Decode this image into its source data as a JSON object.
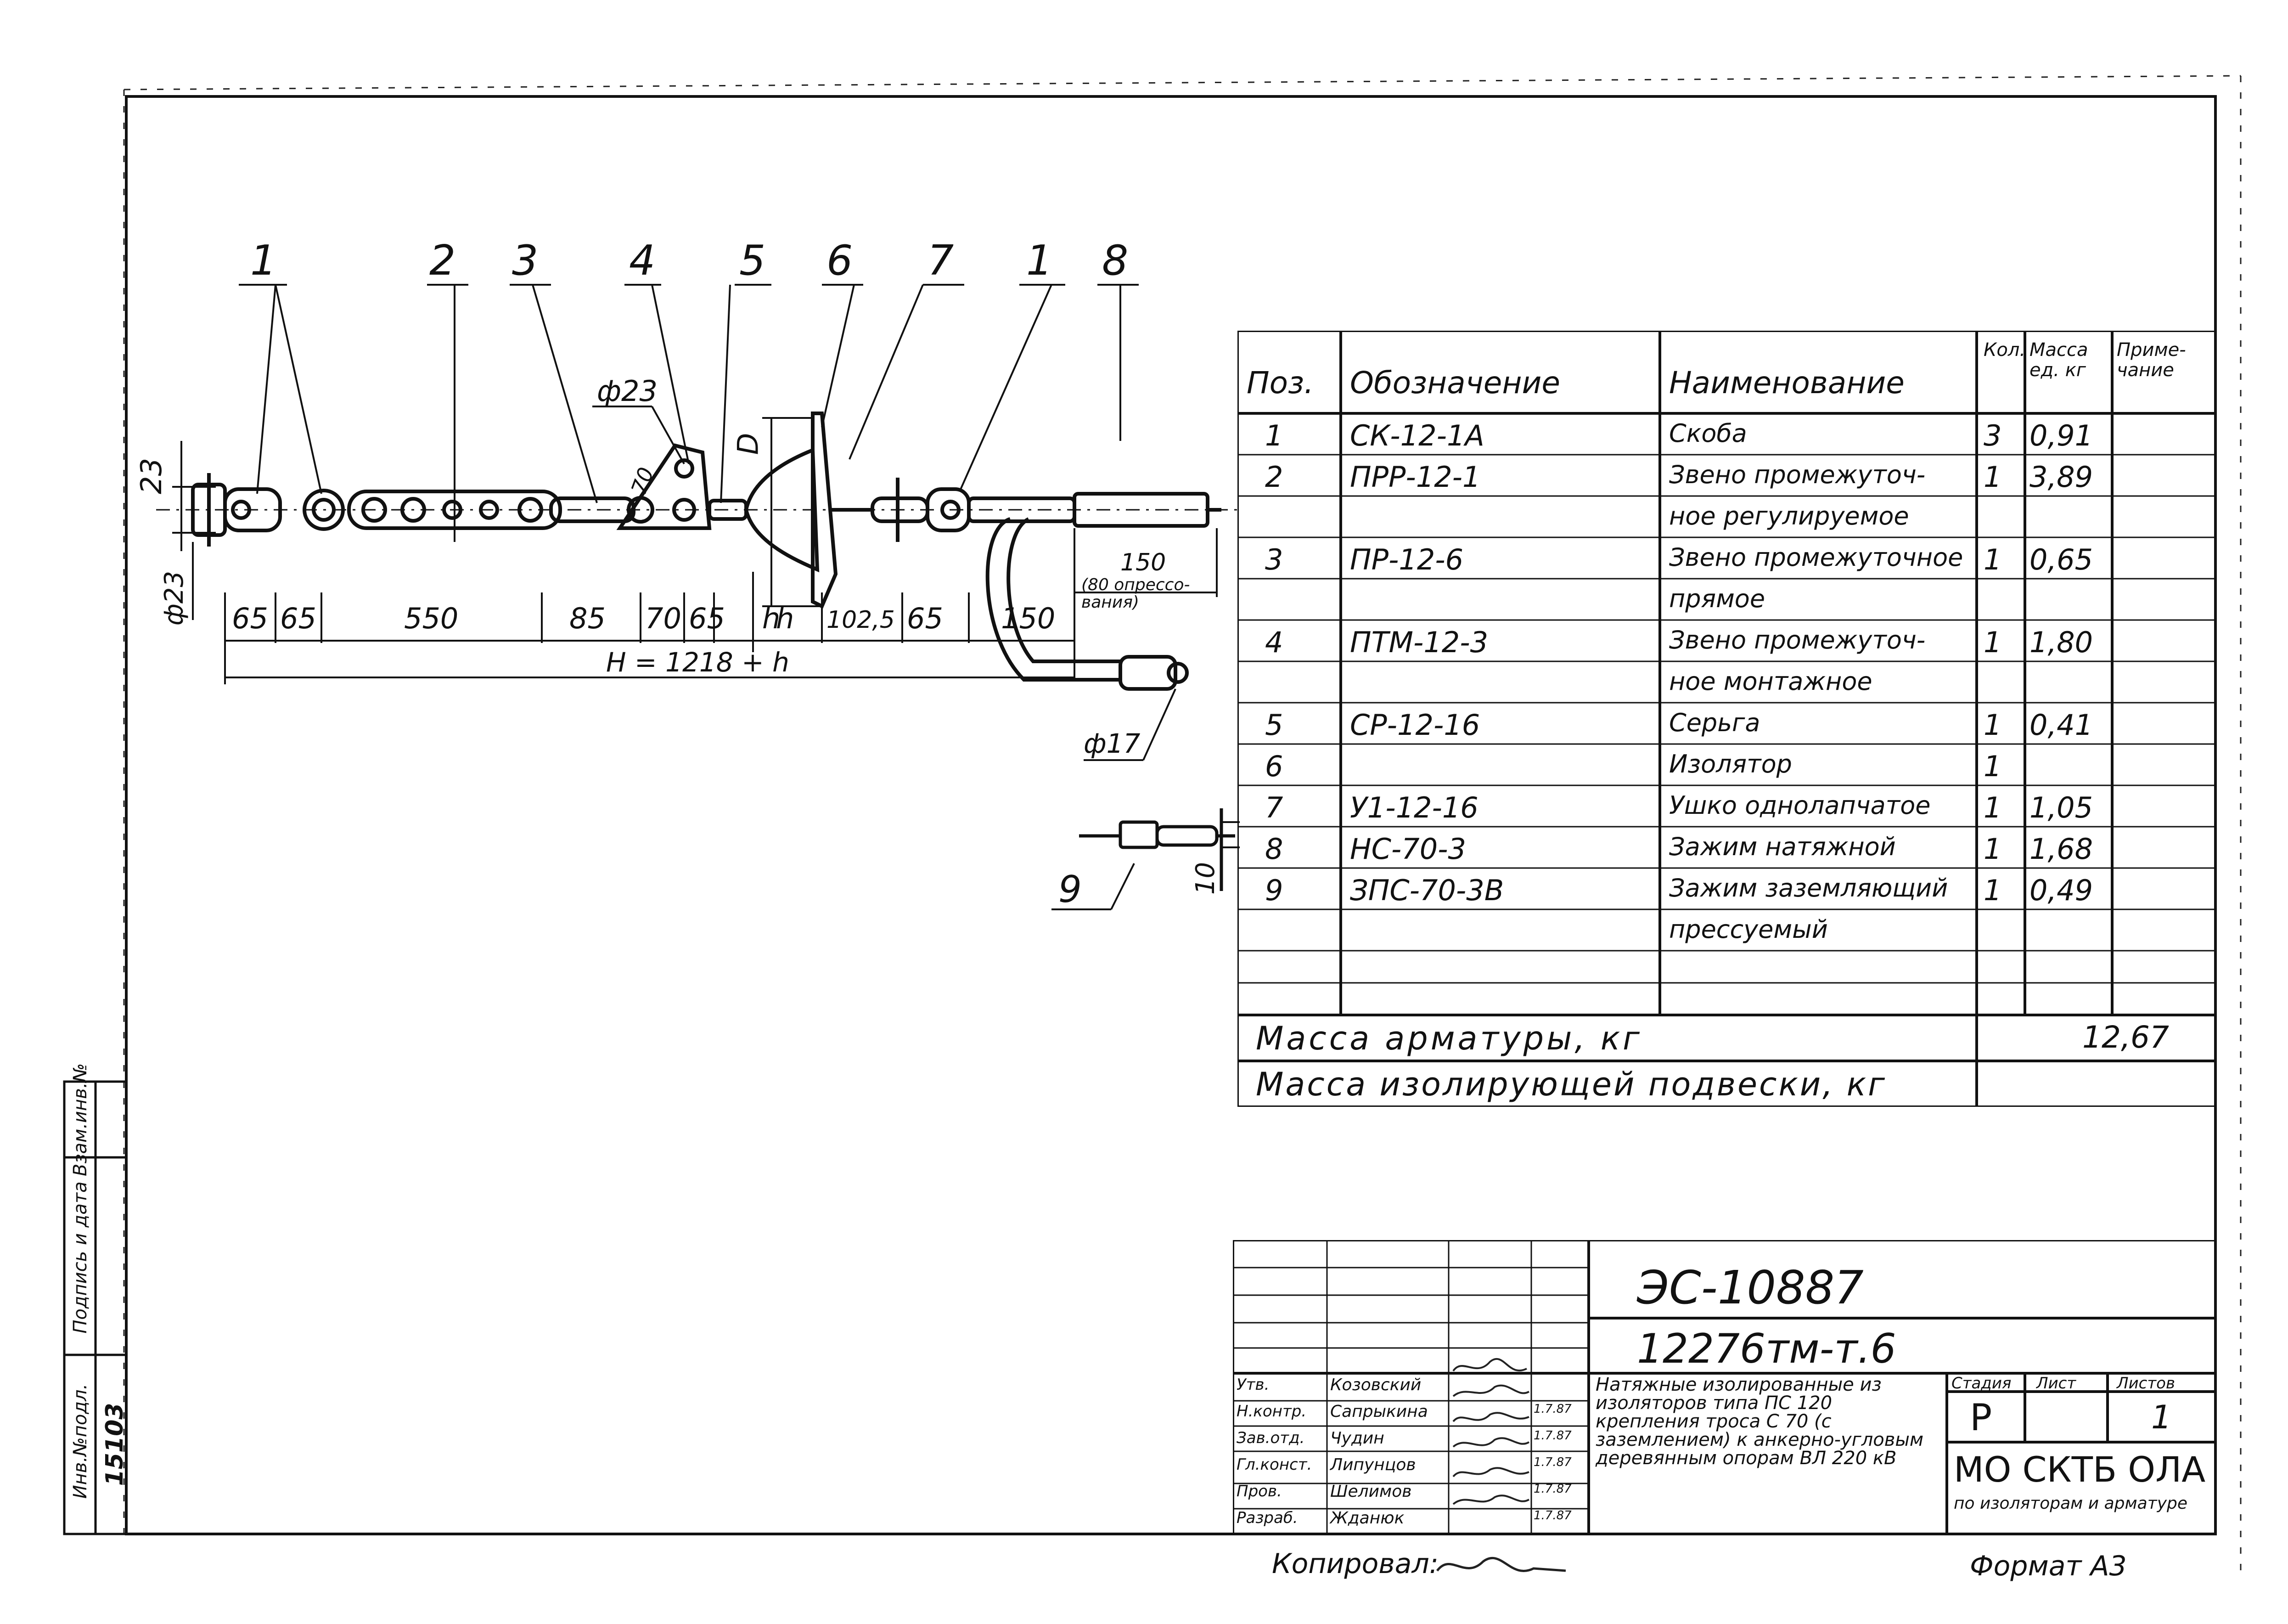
{
  "drawing": {
    "callouts": [
      "1",
      "2",
      "3",
      "4",
      "5",
      "6",
      "7",
      "1",
      "8"
    ],
    "dia_pin": "ф23",
    "dia_shackle": "ф23",
    "dim_23": "23",
    "dim_D": "D",
    "dim_h": "h",
    "dim_70": "70",
    "dims_bottom": [
      "65",
      "65",
      "550",
      "85",
      "70",
      "65",
      "h",
      "102,5",
      "65",
      "150"
    ],
    "dim_150_top": "150",
    "dim_150_note": "(80 опрессо-вания)",
    "dim_total": "H = 1218 + h",
    "dia_17": "ф17",
    "item9_label": "9",
    "dim_10": "10"
  },
  "spec_table": {
    "headers": [
      "Поз.",
      "Обозначение",
      "Наименование",
      "Кол.",
      "Масса ед. кг",
      "Приме-чание"
    ],
    "rows": [
      [
        "1",
        "СК-12-1А",
        "Скоба",
        "3",
        "0,91",
        ""
      ],
      [
        "2",
        "ПРР-12-1",
        "Звено промежуточ-",
        "1",
        "3,89",
        ""
      ],
      [
        "",
        "",
        "ное регулируемое",
        "",
        "",
        ""
      ],
      [
        "3",
        "ПР-12-6",
        "Звено промежуточное",
        "1",
        "0,65",
        ""
      ],
      [
        "",
        "",
        "прямое",
        "",
        "",
        ""
      ],
      [
        "4",
        "ПТМ-12-3",
        "Звено промежуточ-",
        "1",
        "1,80",
        ""
      ],
      [
        "",
        "",
        "ное монтажное",
        "",
        "",
        ""
      ],
      [
        "5",
        "СР-12-16",
        "Серьга",
        "1",
        "0,41",
        ""
      ],
      [
        "6",
        "",
        "Изолятор",
        "1",
        "",
        ""
      ],
      [
        "7",
        "У1-12-16",
        "Ушко однолапчатое",
        "1",
        "1,05",
        ""
      ],
      [
        "8",
        "НС-70-3",
        "Зажим натяжной",
        "1",
        "1,68",
        ""
      ],
      [
        "9",
        "ЗПС-70-3В",
        "Зажим заземляющий",
        "1",
        "0,49",
        ""
      ],
      [
        "",
        "",
        "прессуемый",
        "",
        "",
        ""
      ],
      [
        "",
        "",
        "",
        "",
        "",
        ""
      ]
    ],
    "mass_fittings_label": "Масса арматуры, кг",
    "mass_fittings_value": "12,67",
    "mass_suspension_label": "Масса изолирующей подвески, кг",
    "mass_suspension_value": ""
  },
  "title_block": {
    "doc_number": "ЭС-10887",
    "sheet_code": "12276тм-т.6",
    "signatures": [
      {
        "role": "Утв.",
        "name": "Козовский",
        "date": ""
      },
      {
        "role": "Н.контр.",
        "name": "Сапрыкина",
        "date": "1.7.87"
      },
      {
        "role": "Зав.отд.",
        "name": "Чудин",
        "date": "1.7.87"
      },
      {
        "role": "Гл.конст.",
        "name": "Липунцов",
        "date": "1.7.87"
      },
      {
        "role": "Пров.",
        "name": "Шелимов",
        "date": "1.7.87"
      },
      {
        "role": "Разраб.",
        "name": "Жданюк",
        "date": "1.7.87"
      }
    ],
    "description": "Натяжные изолированные из изоляторов типа ПС 120 крепления троса С 70 (с заземлением) к анкерно-угловым деревянным опорам ВЛ 220 кВ",
    "stage_header": "Стадия",
    "sheet_header": "Лист",
    "sheets_header": "Листов",
    "stage_value": "Р",
    "sheet_value": "",
    "sheets_value": "1",
    "org_line1": "МО СКТБ ОЛА",
    "org_line2": "по изоляторам и арматуре"
  },
  "side_stamp": {
    "labels": [
      "Инв.№подл.",
      "Подпись и дата",
      "Взам.инв.№"
    ],
    "inv_number": "15103"
  },
  "footer": {
    "copied_label": "Копировал:",
    "format_label": "Формат А3"
  }
}
